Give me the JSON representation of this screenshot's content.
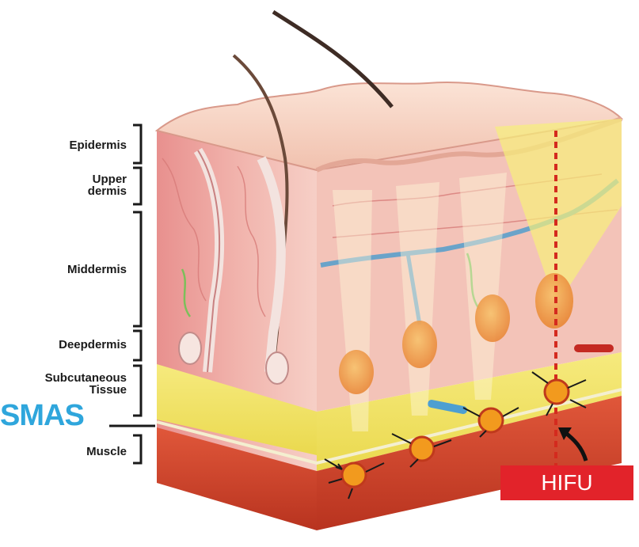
{
  "layers": [
    {
      "id": "epidermis",
      "label": "Epidermis"
    },
    {
      "id": "upper-dermis",
      "label": "Upper\ndermis"
    },
    {
      "id": "middermis",
      "label": "Middermis"
    },
    {
      "id": "deepdermis",
      "label": "Deepdermis"
    },
    {
      "id": "subcutaneous",
      "label": "Subcutaneous\nTissue"
    },
    {
      "id": "muscle",
      "label": "Muscle"
    }
  ],
  "smas_label": "SMAS",
  "hifu_label": "HIFU",
  "colors": {
    "smas": "#2fa6dc",
    "hifu_box": "#e2232a",
    "skin_top": "#f6d2c0",
    "dermis": "#eea3a0",
    "fat": "#f2e46a",
    "muscle": "#d9452b",
    "focal_point": "#f29a1e"
  },
  "icons": [
    "hair-icon",
    "blood-vessel-icon",
    "focal-point-icon",
    "arrow-icon"
  ]
}
